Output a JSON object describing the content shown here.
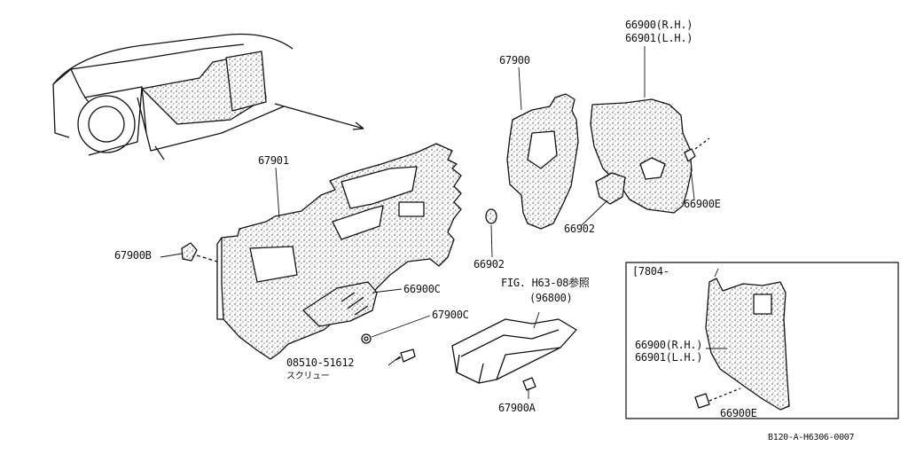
{
  "labels": {
    "p67901": "67901",
    "p67900": "67900",
    "p66900_rh": "66900(R.H.)",
    "p66901_lh": "66901(L.H.)",
    "p66900e_top": "66900E",
    "p66902_a": "66902",
    "p66902_b": "66902",
    "p67900b": "67900B",
    "p66900c": "66900C",
    "p67900c": "67900C",
    "p08510": "08510-51612",
    "p08510_sub": "スクリュー",
    "fig_ref": "FIG. H63-08参照",
    "fig_ref_part": "(96800)",
    "p67900a": "67900A",
    "inset_title": "[7804-",
    "inset_66900": "66900(R.H.)",
    "inset_66901": "66901(L.H.)",
    "inset_66900e": "66900E",
    "drawing_no": "B120-A-H6306-0007"
  }
}
